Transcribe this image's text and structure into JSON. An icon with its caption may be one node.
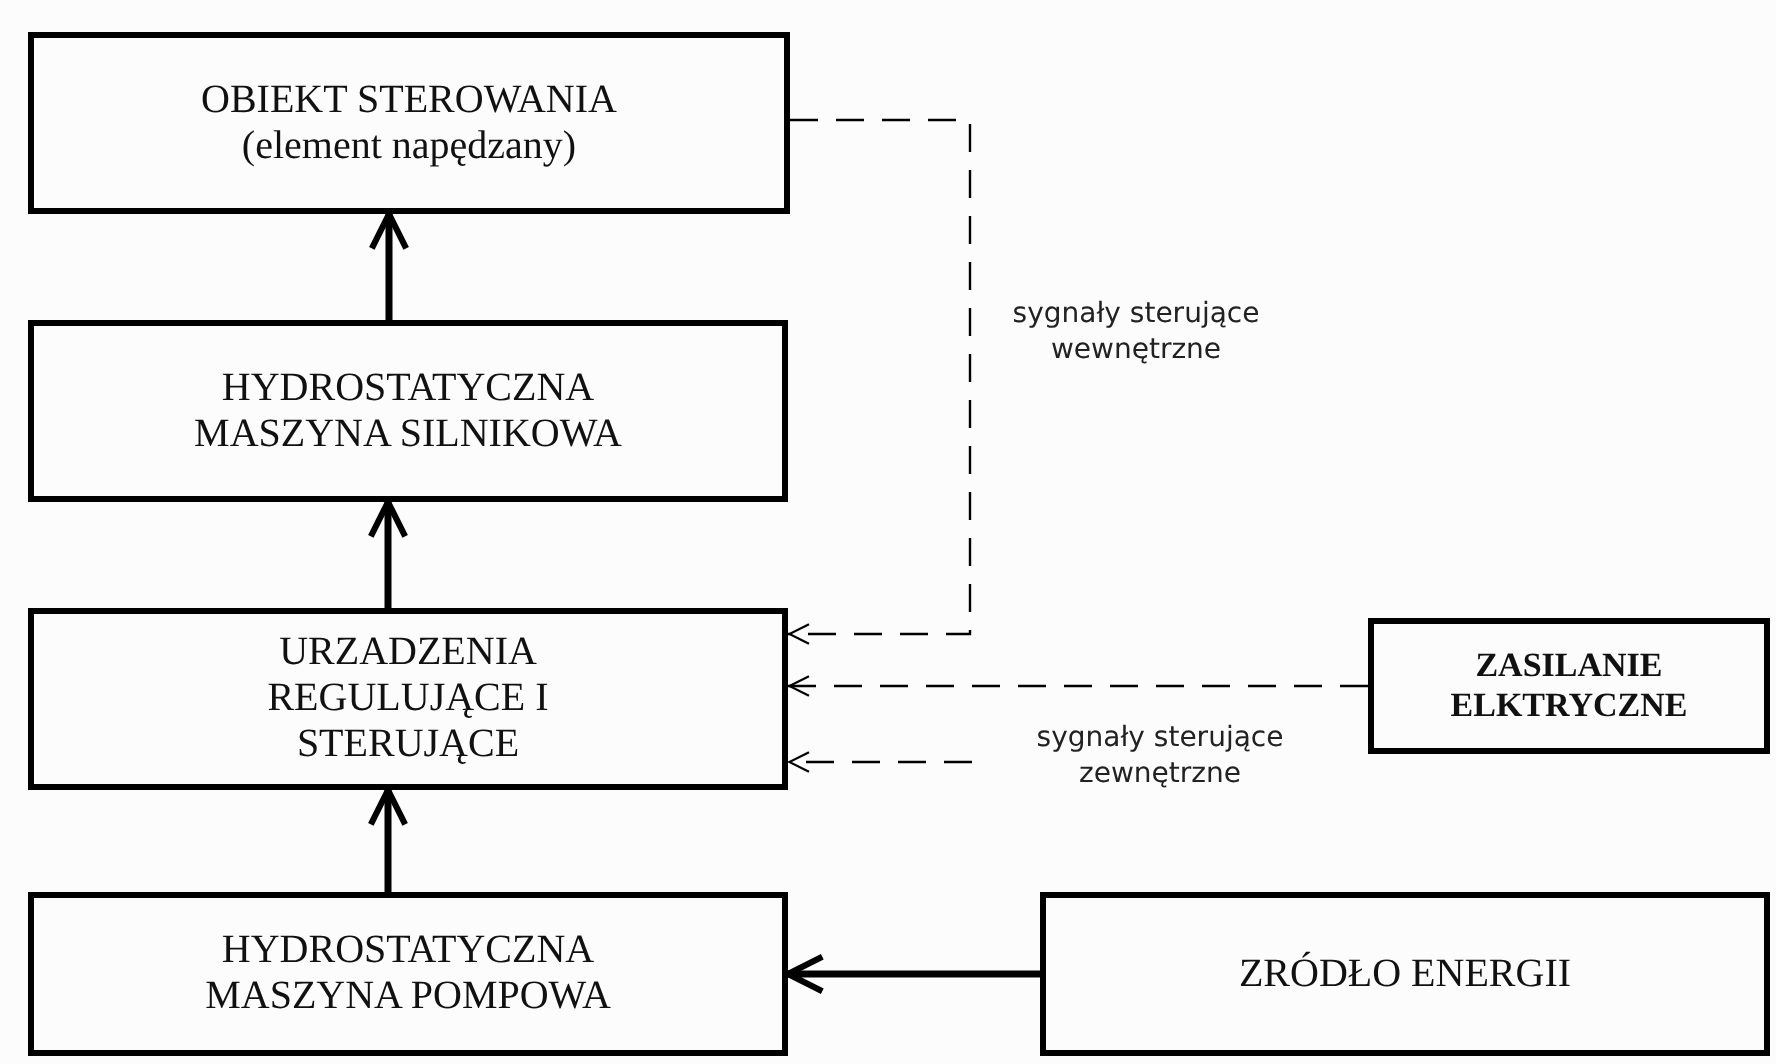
{
  "diagram": {
    "nodes": [
      {
        "text": [
          "OBIEKT STEROWANIA",
          "(element napędzany)"
        ]
      },
      {
        "text": [
          "HYDROSTATYCZNA MASZYNA SILNIKOWA"
        ]
      },
      {
        "text": [
          "URZADZENIA REGULUJĄCE I STERUJĄCE"
        ]
      },
      {
        "text": [
          "ZASILANIE ELKTRYCZNE"
        ]
      },
      {
        "text": [
          "HYDROSTATYCZNA MASZYNA POMPOWA"
        ]
      },
      {
        "text": [
          "ZRÓDŁO ENERGII"
        ]
      }
    ],
    "edges": [
      {
        "from": 1,
        "to": 0,
        "arrow": "to"
      },
      {
        "from": 2,
        "to": 1,
        "arrow": "to"
      },
      {
        "from": 4,
        "to": 2,
        "arrow": "to"
      },
      {
        "from": 5,
        "to": 4,
        "arrow": "to"
      },
      {
        "from": 0,
        "to": 2,
        "arrow": "to",
        "style": "dashed",
        "label": "sygnały sterujące wewnętrzne"
      },
      {
        "from": 3,
        "to": 2,
        "arrow": "to",
        "style": "dashed"
      },
      {
        "from": null,
        "to": 2,
        "arrow": "to",
        "style": "dashed",
        "label": "sygnały sterujące zewnętrzne"
      }
    ]
  }
}
